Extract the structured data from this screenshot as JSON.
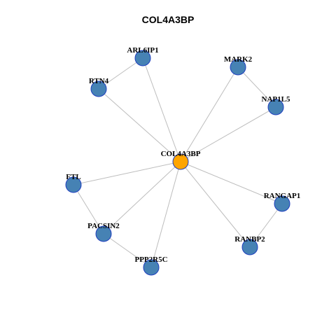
{
  "title": "COL4A3BP",
  "colors": {
    "center": "#ffa500",
    "node": "#4682b4",
    "node_stroke": "#1f3fbf",
    "edge": "#bdbdbd"
  },
  "nodes": [
    {
      "id": "COL4A3BP",
      "label": "COL4A3BP",
      "role": "center"
    },
    {
      "id": "ARL6IP1",
      "label": "ARL6IP1",
      "role": "neighbor"
    },
    {
      "id": "RTN4",
      "label": "RTN4",
      "role": "neighbor"
    },
    {
      "id": "MARK2",
      "label": "MARK2",
      "role": "neighbor"
    },
    {
      "id": "NAP1L5",
      "label": "NAP1L5",
      "role": "neighbor"
    },
    {
      "id": "FTL",
      "label": "FTL",
      "role": "neighbor"
    },
    {
      "id": "PACSIN2",
      "label": "PACSIN2",
      "role": "neighbor"
    },
    {
      "id": "PPP2R5C",
      "label": "PPP2R5C",
      "role": "neighbor"
    },
    {
      "id": "RANGAP1",
      "label": "RANGAP1",
      "role": "neighbor"
    },
    {
      "id": "RANBP2",
      "label": "RANBP2",
      "role": "neighbor"
    }
  ],
  "edges": [
    [
      "COL4A3BP",
      "ARL6IP1"
    ],
    [
      "COL4A3BP",
      "RTN4"
    ],
    [
      "COL4A3BP",
      "MARK2"
    ],
    [
      "COL4A3BP",
      "NAP1L5"
    ],
    [
      "COL4A3BP",
      "FTL"
    ],
    [
      "COL4A3BP",
      "PACSIN2"
    ],
    [
      "COL4A3BP",
      "PPP2R5C"
    ],
    [
      "COL4A3BP",
      "RANGAP1"
    ],
    [
      "COL4A3BP",
      "RANBP2"
    ],
    [
      "ARL6IP1",
      "RTN4"
    ],
    [
      "MARK2",
      "NAP1L5"
    ],
    [
      "FTL",
      "PACSIN2"
    ],
    [
      "PACSIN2",
      "PPP2R5C"
    ],
    [
      "RANGAP1",
      "RANBP2"
    ]
  ]
}
